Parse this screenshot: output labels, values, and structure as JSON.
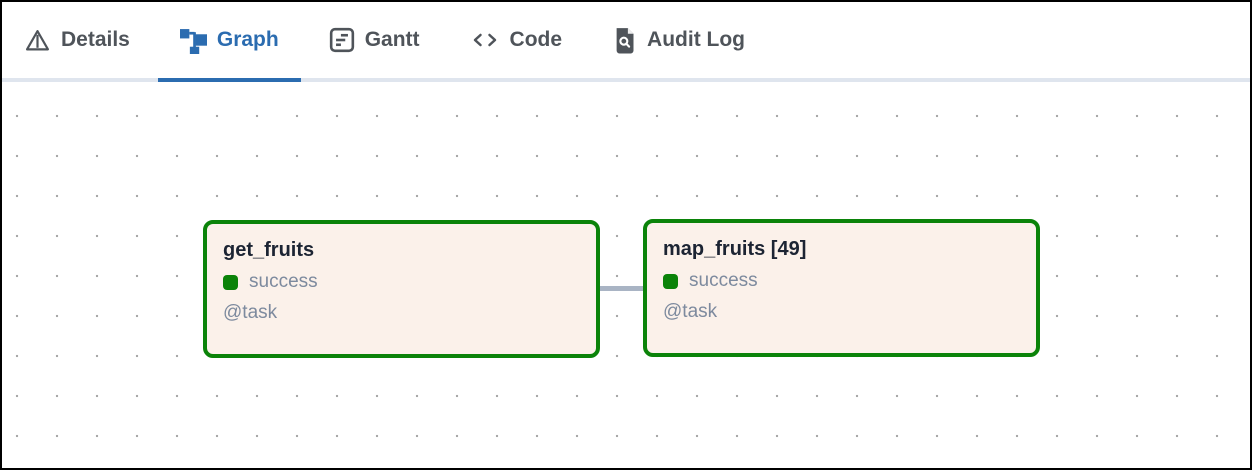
{
  "tabs": [
    {
      "label": "Details",
      "icon": "alert-triangle-icon",
      "active": false
    },
    {
      "label": "Graph",
      "icon": "graph-tree-icon",
      "active": true
    },
    {
      "label": "Gantt",
      "icon": "gantt-chart-icon",
      "active": false
    },
    {
      "label": "Code",
      "icon": "code-brackets-icon",
      "active": false
    },
    {
      "label": "Audit Log",
      "icon": "file-search-icon",
      "active": false
    }
  ],
  "graph": {
    "nodes": [
      {
        "title": "get_fruits",
        "status": "success",
        "decorator": "@task"
      },
      {
        "title": "map_fruits [49]",
        "status": "success",
        "decorator": "@task"
      }
    ],
    "edges": [
      {
        "from": "get_fruits",
        "to": "map_fruits [49]"
      }
    ]
  },
  "colors": {
    "active_tab_blue": "#2b6cb0",
    "inactive_tab_gray": "#4f545a",
    "success_green": "#0b8309",
    "node_background": "#fbf1ea",
    "node_title": "#1c2433",
    "secondary_text": "#7d8a9e",
    "edge_gray": "#a9b4c4",
    "divider": "#dfe5ee",
    "grid_dot": "#a8a8a8"
  }
}
